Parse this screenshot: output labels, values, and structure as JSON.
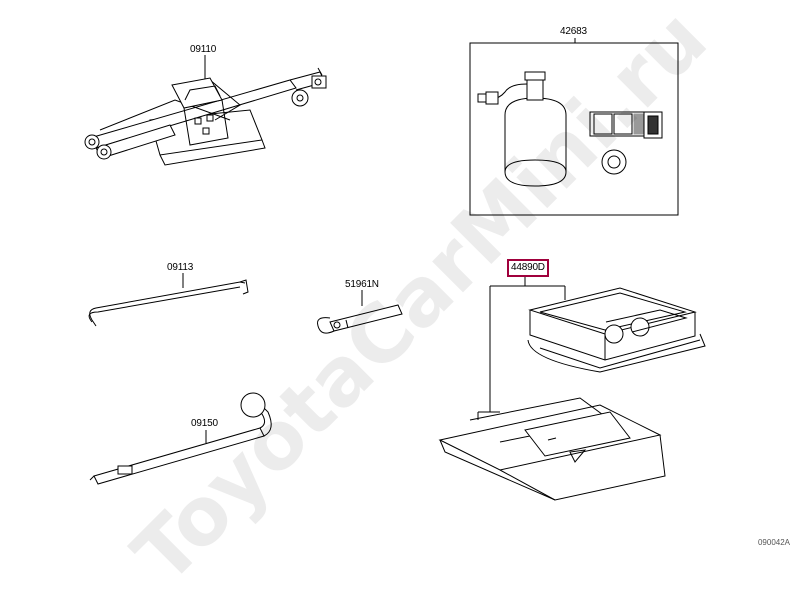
{
  "parts": {
    "jack": "09110",
    "handle_rod": "09113",
    "hook": "51961N",
    "wrench": "09150",
    "repair_kit": "42683",
    "tool_bag": "44890D"
  },
  "watermark": "ToyotaCarMini.ru",
  "figure_ref": "090042A",
  "colors": {
    "highlight": "#a0003c",
    "line": "#000000"
  }
}
